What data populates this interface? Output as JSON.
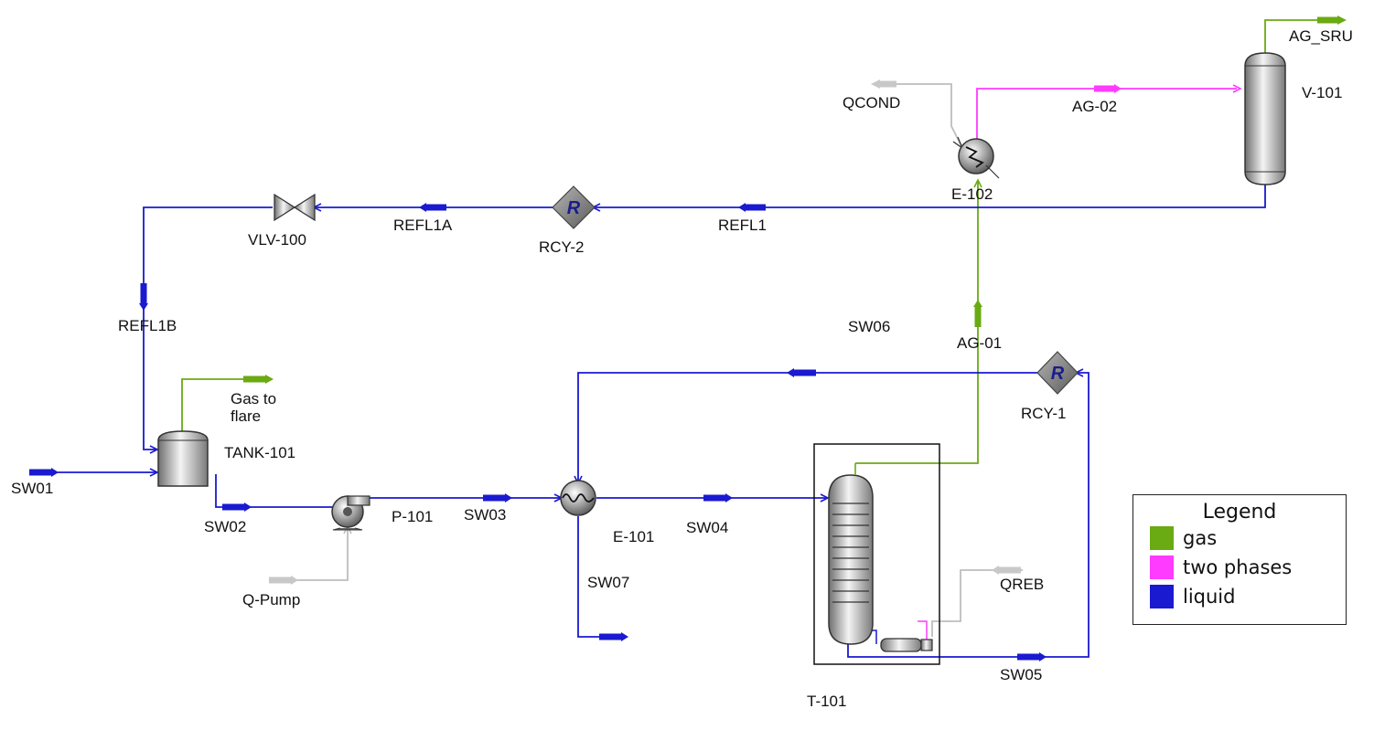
{
  "colors": {
    "gas": "#6aaa12",
    "two_phase": "#ff3bff",
    "liquid": "#1a1ad0",
    "energy": "#bdbdbd"
  },
  "units": {
    "v101": "V-101",
    "e102": "E-102",
    "rcy2": "RCY-2",
    "vlv100": "VLV-100",
    "tank101": "TANK-101",
    "p101": "P-101",
    "e101": "E-101",
    "t101": "T-101",
    "rcy1": "RCY-1",
    "rcy_symbol": "R"
  },
  "streams": {
    "ag_sru": "AG_SRU",
    "qcond": "QCOND",
    "ag02": "AG-02",
    "refl1": "REFL1",
    "refl1a": "REFL1A",
    "refl1b": "REFL1B",
    "sw06": "SW06",
    "ag01": "AG-01",
    "gas_to_flare_1": "Gas to",
    "gas_to_flare_2": "flare",
    "sw01": "SW01",
    "sw02": "SW02",
    "sw03": "SW03",
    "sw04": "SW04",
    "sw05": "SW05",
    "sw07": "SW07",
    "q_pump": "Q-Pump",
    "qreb": "QREB"
  },
  "legend": {
    "title": "Legend",
    "items": [
      {
        "label": "gas",
        "color": "#6aaa12"
      },
      {
        "label": "two phases",
        "color": "#ff3bff"
      },
      {
        "label": "liquid",
        "color": "#1a1ad0"
      }
    ]
  }
}
